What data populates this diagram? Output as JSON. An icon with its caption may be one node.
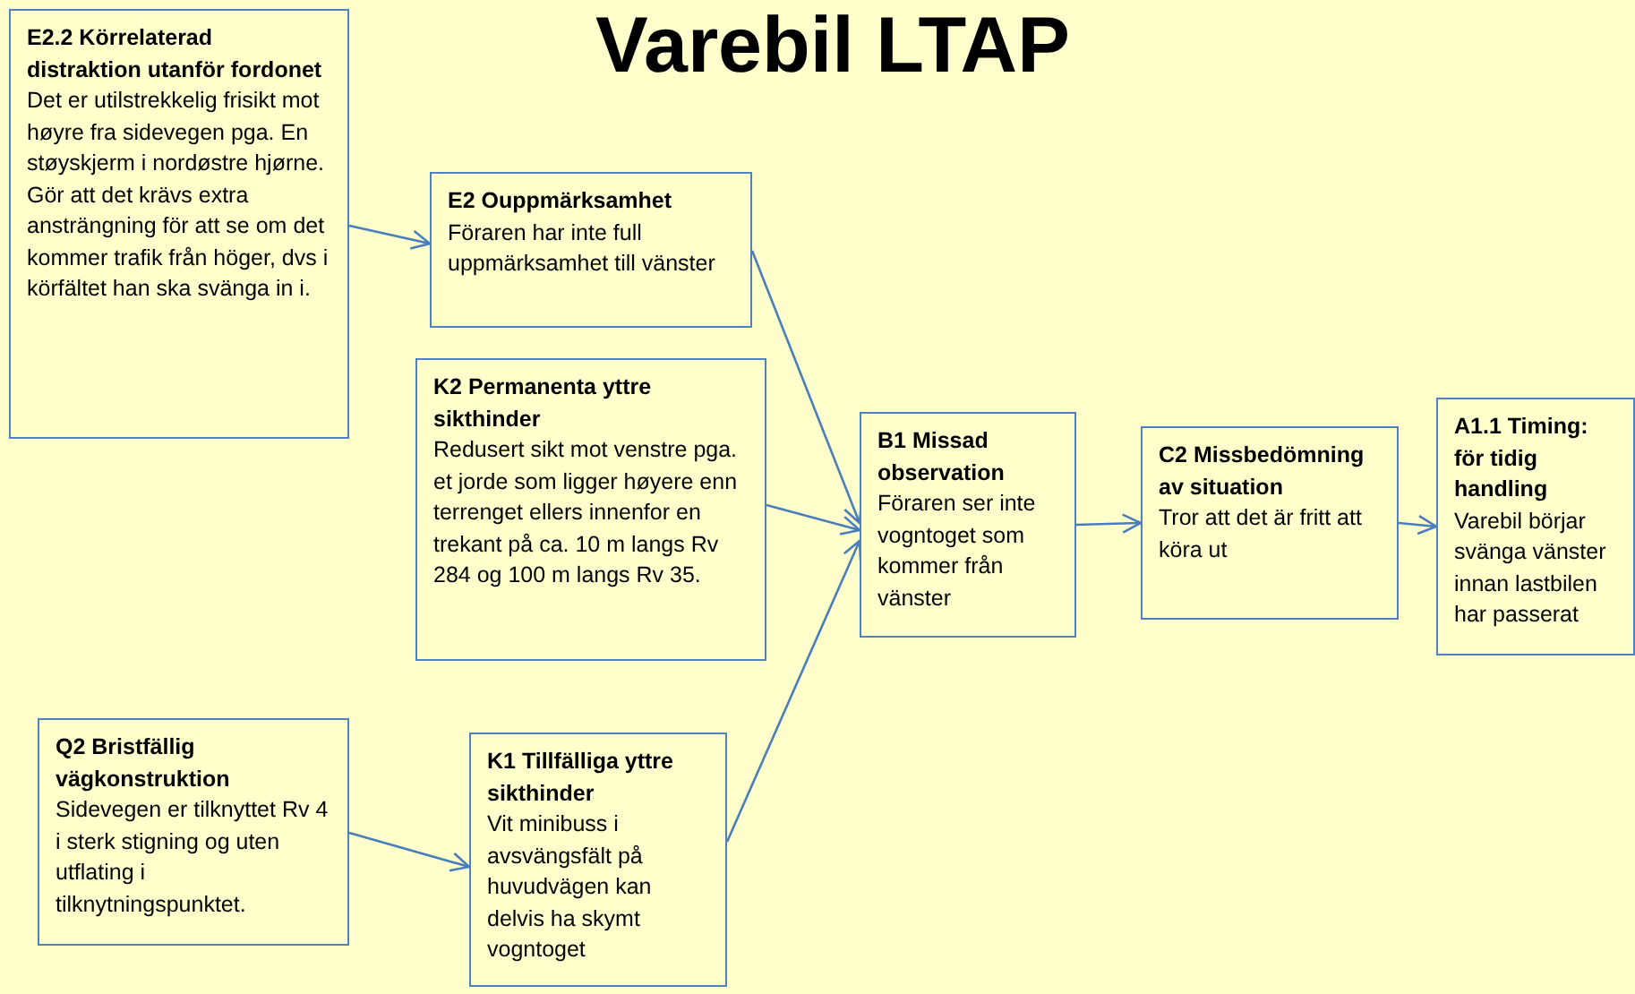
{
  "diagram": {
    "title": "Varebil LTAP",
    "nodes": [
      {
        "text": [
          "E2.2 Körrelaterad distraktion utanför fordonet",
          "Det er utilstrekkelig frisikt mot høyre fra sidevegen pga. En støyskjerm i nordøstre hjørne. Gör att det krävs extra ansträngning för att se om det kommer trafik från höger, dvs i körfältet han ska svänga in i."
        ]
      },
      {
        "text": [
          "E2 Ouppmärksamhet",
          "Föraren har inte full uppmärksamhet till vänster"
        ]
      },
      {
        "text": [
          "K2 Permanenta yttre sikthinder",
          "Redusert sikt mot venstre pga. et jorde som ligger høyere enn terrenget ellers innenfor en trekant på ca. 10 m langs Rv 284 og 100 m langs Rv 35."
        ]
      },
      {
        "text": [
          "Q2 Bristfällig vägkonstruktion",
          "Sidevegen er tilknyttet Rv 4 i sterk stigning og uten utflating i tilknytningspunktet."
        ]
      },
      {
        "text": [
          "K1 Tillfälliga yttre sikthinder",
          "Vit minibuss i avsvängsfält på huvudvägen kan delvis ha skymt vogntoget"
        ]
      },
      {
        "text": [
          "B1 Missad observation",
          "Föraren ser inte vogntoget som kommer från vänster"
        ]
      },
      {
        "text": [
          "C2 Missbedömning av situation",
          "Tror att det är fritt att köra ut"
        ]
      },
      {
        "text": [
          "A1.1 Timing: för tidig handling",
          "Varebil börjar svänga vänster innan lastbilen har passerat"
        ]
      }
    ],
    "edges": [
      {
        "from": 0,
        "to": 1,
        "arrow": "to"
      },
      {
        "from": 1,
        "to": 5,
        "arrow": "to"
      },
      {
        "from": 2,
        "to": 5,
        "arrow": "to"
      },
      {
        "from": 4,
        "to": 5,
        "arrow": "to"
      },
      {
        "from": 3,
        "to": 4,
        "arrow": "to"
      },
      {
        "from": 5,
        "to": 6,
        "arrow": "to"
      },
      {
        "from": 6,
        "to": 7,
        "arrow": "to"
      }
    ]
  }
}
